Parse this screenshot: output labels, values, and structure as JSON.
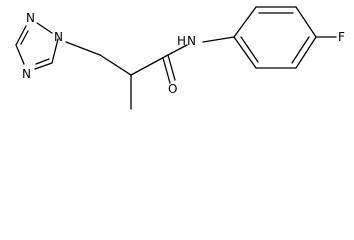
{
  "molecule": {
    "atoms": {
      "n1": "N",
      "n2": "N",
      "n4": "N",
      "amide_n": "N",
      "amide_h": "H",
      "oxygen": "O",
      "fluorine": "F"
    }
  }
}
